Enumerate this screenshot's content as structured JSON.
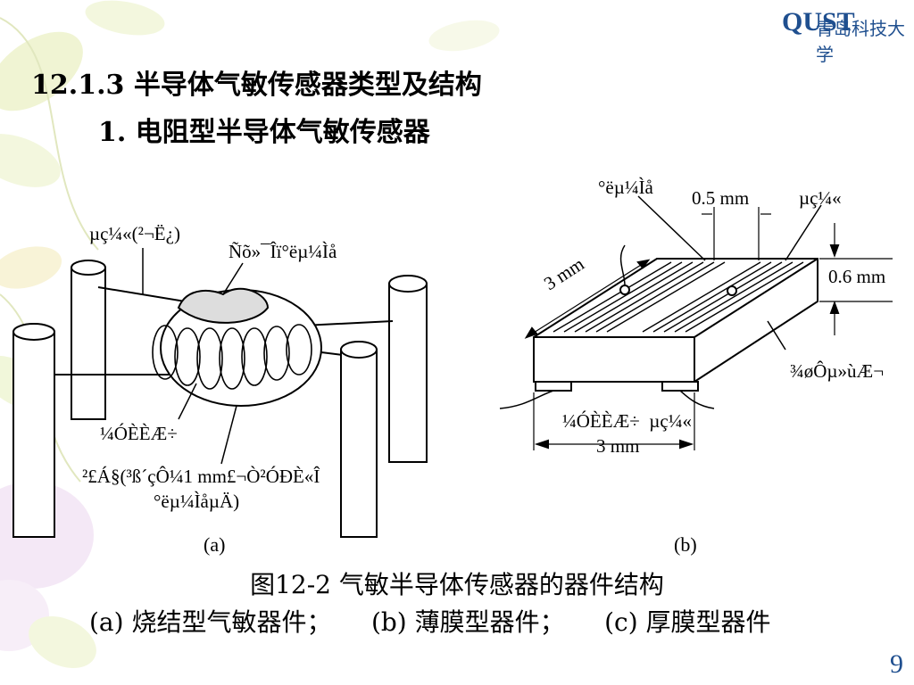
{
  "header": {
    "logo_mark": "QUST",
    "logo_text": "青岛科技大学",
    "section_title": "12.1.3 半导体气敏传感器类型及结构",
    "subsection_title": "1.  电阻型半导体气敏传感器"
  },
  "figure_a": {
    "label_electrode": "µç¼«(²¬Ë¿)",
    "label_sintered": "Ñõ»¯Îï°ëµ¼Ìå",
    "label_heater": "¼ÓÈÈÆ÷",
    "label_glass_line1": "²£Á§(³ß´çÔ¼1 mm£¬Ò²ÓÐÈ«Î",
    "label_glass_line2": "°ëµ¼ÌåµÄ)",
    "sub_label": "(a)"
  },
  "figure_b": {
    "label_semiconductor": "°ëµ¼Ìå",
    "label_width": "0.5 mm",
    "label_electrode": "µç¼«",
    "label_depth": "3 mm",
    "label_height": "0.6 mm",
    "label_substrate": "¾øÔµ»ùÆ¬",
    "label_heater_electrode": "¼ÓÈÈÆ÷  µç¼«",
    "label_length": "3 mm",
    "sub_label": "(b)"
  },
  "caption": {
    "title": "图12-2 气敏半导体传感器的器件结构",
    "line2": "(a) 烧结型气敏器件；     (b) 薄膜型器件；     (c) 厚膜型器件"
  },
  "page_number": "9",
  "colors": {
    "accent": "#1f4f8f",
    "leaf": "#dfe9a8",
    "flower": "#e6cbe6"
  }
}
